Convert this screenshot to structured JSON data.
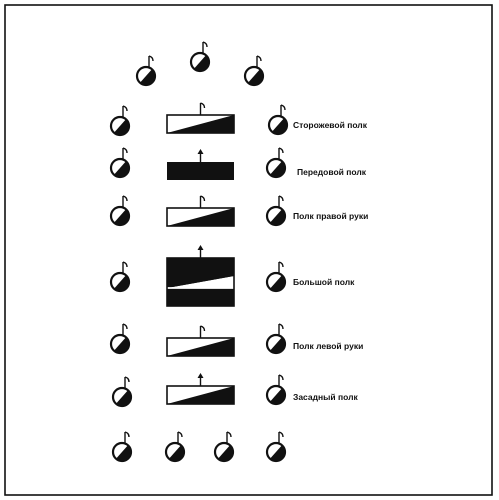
{
  "diagram": {
    "regiments": [
      {
        "id": "storozhevoy",
        "label": "Сторожевой полк",
        "block": "diagonal",
        "arrow": "flag"
      },
      {
        "id": "peredovoy",
        "label": "Передовой полк",
        "block": "solid",
        "arrow": "up"
      },
      {
        "id": "pravoy-ruki",
        "label": "Полк правой руки",
        "block": "diagonal",
        "arrow": "flag"
      },
      {
        "id": "bolshoy",
        "label": "Большой полк",
        "block": "large",
        "arrow": "up"
      },
      {
        "id": "levoy-ruki",
        "label": "Полк левой руки",
        "block": "diagonal",
        "arrow": "flag"
      },
      {
        "id": "zasadny",
        "label": "Засадный полк",
        "block": "diagonal",
        "arrow": "up"
      }
    ],
    "top_units_count": 3,
    "bottom_units_count": 4,
    "colors": {
      "ink": "#111111",
      "paper": "#ffffff"
    },
    "icons": [
      "unit-circle-flag-icon",
      "regiment-block-icon",
      "direction-arrow-icon"
    ]
  }
}
